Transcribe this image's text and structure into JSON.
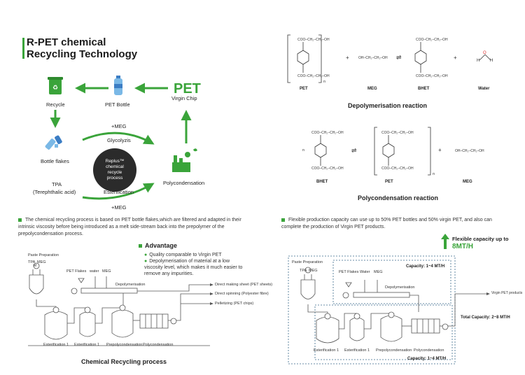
{
  "title": {
    "line1": "R-PET chemical",
    "line2": "Recycling Technology"
  },
  "cycle": {
    "recycle": "Recycle",
    "pet_bottle": "PET Bottle",
    "pet_big": "PET",
    "virgin_chip": "Virgin Chip",
    "bottle_flakes": "Bottle flakes",
    "tpa_line1": "TPA",
    "tpa_line2": "(Terephthalic acid)",
    "meg_top": "+MEG",
    "glycolyzis": "Glycolyzis",
    "circle_line1": "Replus™",
    "circle_line2": "chemical",
    "circle_line3": "recycle",
    "circle_line4": "process",
    "esterification": "Esterification",
    "meg_bottom": "+MEG",
    "polycondensation": "Polycondensation"
  },
  "desc_left": "The chemical recycling process is based on PET bottle flakes,which are filtered and adapted in their intrinsic viscosity before being introduced as a melt side-stream back into the prepolymer of the prepolycondensation process.",
  "advantage": {
    "title": "Advantage",
    "items": [
      "Quality comparable to Virgin PET",
      "Depolymerisation of material at a low viscosity level, which makes it much easier to remove any impurities."
    ]
  },
  "process_left": {
    "paste_preparation": "Paste Preparation",
    "tpa": "TPA",
    "meg": "MEG",
    "pet_flakes": "PET Flakes",
    "water": "water",
    "meg2": "MEG",
    "depolymerisation": "Depolymerisation",
    "out1": "Direct making sheet (PET sheets)",
    "out2": "Direct spinning (Polyester fibre)",
    "out3": "Pelletizing (PET chips)",
    "esterification1": "Esterification 1",
    "esterification1b": "Esterification 1",
    "prepolycondensation": "Prepolycondensation",
    "polycondensation": "Polycondensation",
    "caption": "Chemical Recycling process",
    "m": "M"
  },
  "reactions": {
    "depoly_labels": [
      "PET",
      "MEG",
      "BHET",
      "Water"
    ],
    "depoly_caption": "Depolymerisation reaction",
    "poly_labels": [
      "BHET",
      "PET",
      "MEG"
    ],
    "poly_caption": "Polycondensation reaction",
    "coo_chain": "COO–CH₂–CH₂–OH",
    "meg_formula": "OH–CH₂–CH₂–OH",
    "n": "n",
    "plus": "+",
    "eq": "⇌",
    "h": "H",
    "o": "O"
  },
  "desc_right": "Flexible production capacity can use up to 50% PET bottles and 50% virgin PET, and also can complete the production of Virgin PET products.",
  "flex": {
    "line1": "Flexible capacity up to",
    "line2": "8MT/H"
  },
  "process_right": {
    "paste_preparation": "Paste Preparation",
    "tpa": "TPA",
    "meg": "MEG",
    "pet_flakes": "PET Flakes",
    "water": "Water",
    "meg2": "MEG",
    "depolymerisation": "Depolymerisation",
    "capacity_top": "Capacity: 1~4 MT/H",
    "virgin_products": "Virgin PET products",
    "total_capacity": "Total Capacity: 2~8 MT/H",
    "esterification1": "Esterification 1",
    "esterification1b": "Esterification 1",
    "prepolycondensation": "Prepolycondensation",
    "polycondensation": "Polycondensation",
    "capacity_bottom": "Capacity: 1~4 MT/H",
    "m": "M"
  },
  "colors": {
    "accent": "#3aa43a",
    "dark": "#2b2b2b",
    "line": "#555555"
  }
}
